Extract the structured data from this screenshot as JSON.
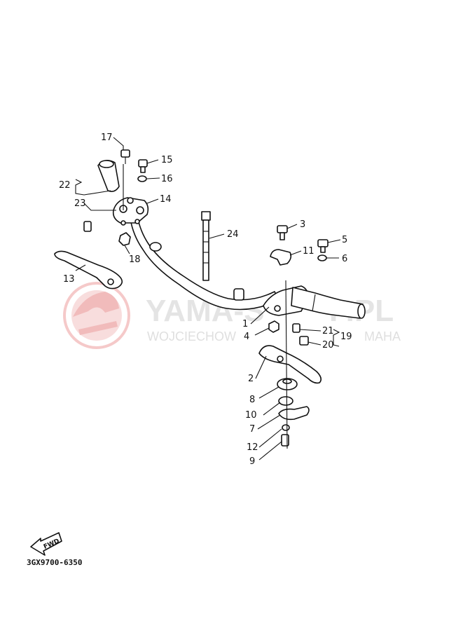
{
  "callouts": {
    "c1": "1",
    "c2": "2",
    "c3": "3",
    "c4": "4",
    "c5": "5",
    "c6": "6",
    "c7": "7",
    "c8": "8",
    "c9": "9",
    "c10": "10",
    "c11": "11",
    "c12": "12",
    "c13": "13",
    "c14": "14",
    "c15": "15",
    "c16": "16",
    "c17": "17",
    "c18": "18",
    "c19": "19",
    "c20": "20",
    "c21": "21",
    "c22": "22",
    "c23": "23",
    "c24": "24"
  },
  "fwd_label": "FWD",
  "drawing_code": "3GX9700-6350",
  "watermark": {
    "title": "YAMA-S",
    "title_end": "P.PL",
    "subtitle": "WOJCIECHOW",
    "subtitle_end": "MAHA",
    "color": "#f2b8b8"
  }
}
